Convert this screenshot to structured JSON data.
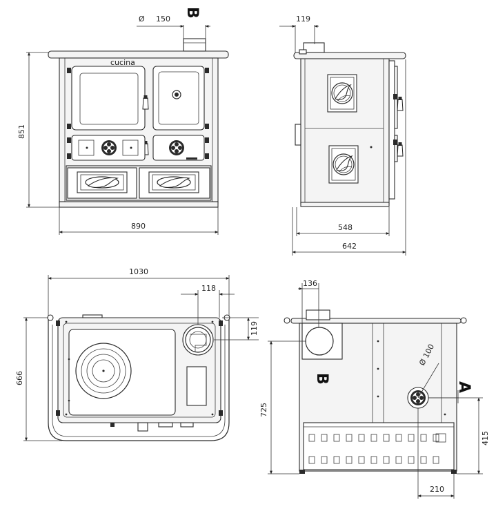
{
  "front_view": {
    "dim_diameter_symbol": "Ø",
    "dim_diameter": "150",
    "label_b": "B",
    "dim_height": "851",
    "dim_width": "890"
  },
  "side_view": {
    "dim_flue_offset": "119",
    "dim_depth_body": "548",
    "dim_depth_total": "642"
  },
  "top_view": {
    "dim_total_width": "1030",
    "dim_flue_from_edge": "118",
    "dim_flue_depth": "119",
    "dim_depth": "666"
  },
  "rear_view": {
    "dim_flue_offset": "136",
    "dim_diameter": "Ø 100",
    "label_a": "A",
    "label_b": "B",
    "dim_height": "725",
    "dim_outlet_height": "415",
    "dim_outlet_offset": "210"
  }
}
